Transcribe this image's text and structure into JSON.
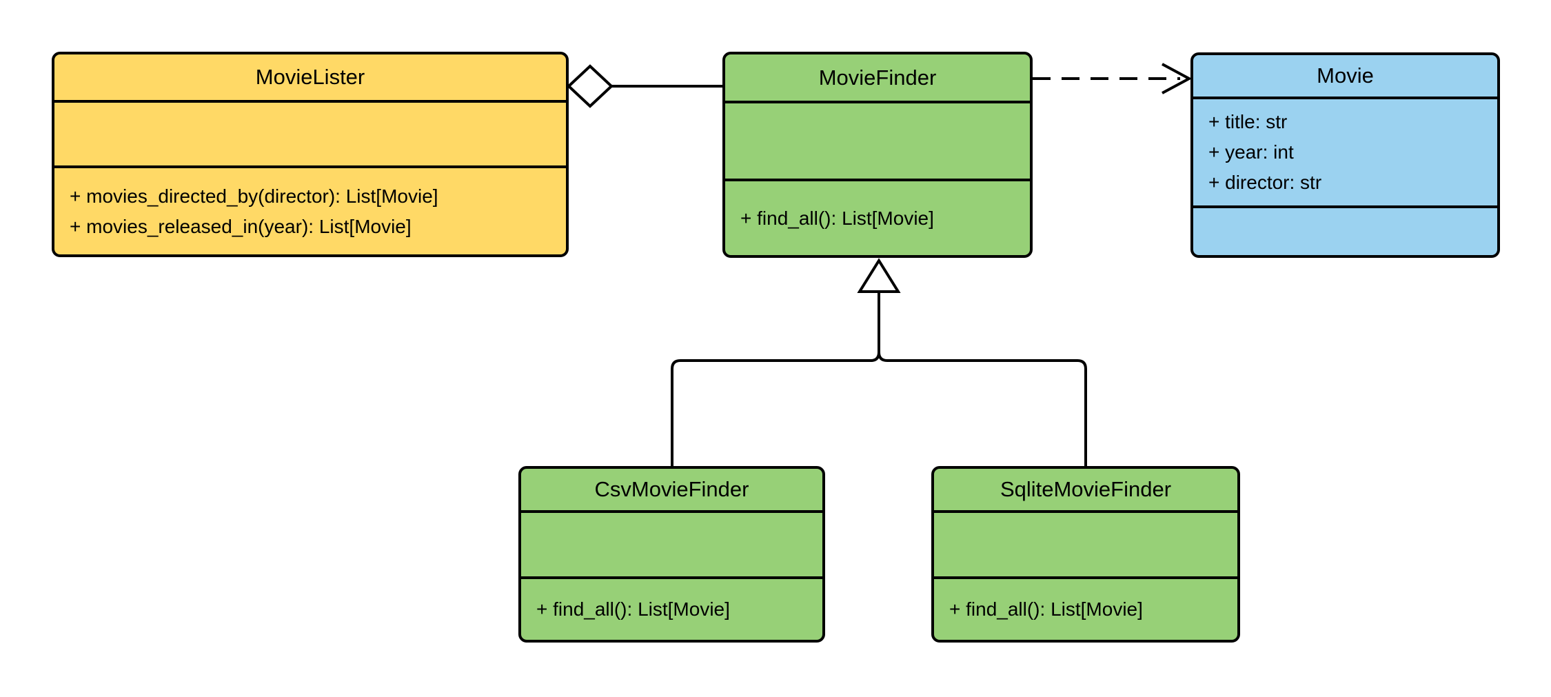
{
  "diagram": {
    "colors": {
      "class_yellow": "#FFD966",
      "class_green": "#97D077",
      "class_blue": "#9BD2F0",
      "line": "#000000",
      "background": "#FFFFFF"
    },
    "classes": {
      "movie_lister": {
        "name": "MovieLister",
        "attributes": [],
        "methods": [
          "+ movies_directed_by(director): List[Movie]",
          "+ movies_released_in(year): List[Movie]"
        ],
        "fill": "#FFD966"
      },
      "movie_finder": {
        "name": "MovieFinder",
        "attributes": [],
        "methods": [
          "+ find_all(): List[Movie]"
        ],
        "fill": "#97D077"
      },
      "movie": {
        "name": "Movie",
        "attributes": [
          "+ title: str",
          "+ year: int",
          "+ director: str"
        ],
        "methods": [],
        "fill": "#9BD2F0"
      },
      "csv_movie_finder": {
        "name": "CsvMovieFinder",
        "attributes": [],
        "methods": [
          "+ find_all(): List[Movie]"
        ],
        "fill": "#97D077"
      },
      "sqlite_movie_finder": {
        "name": "SqliteMovieFinder",
        "attributes": [],
        "methods": [
          "+ find_all(): List[Movie]"
        ],
        "fill": "#97D077"
      }
    },
    "relationships": [
      {
        "type": "aggregation",
        "from": "MovieLister",
        "to": "MovieFinder"
      },
      {
        "type": "dependency",
        "from": "MovieFinder",
        "to": "Movie"
      },
      {
        "type": "inheritance",
        "from": "CsvMovieFinder",
        "to": "MovieFinder"
      },
      {
        "type": "inheritance",
        "from": "SqliteMovieFinder",
        "to": "MovieFinder"
      }
    ]
  }
}
